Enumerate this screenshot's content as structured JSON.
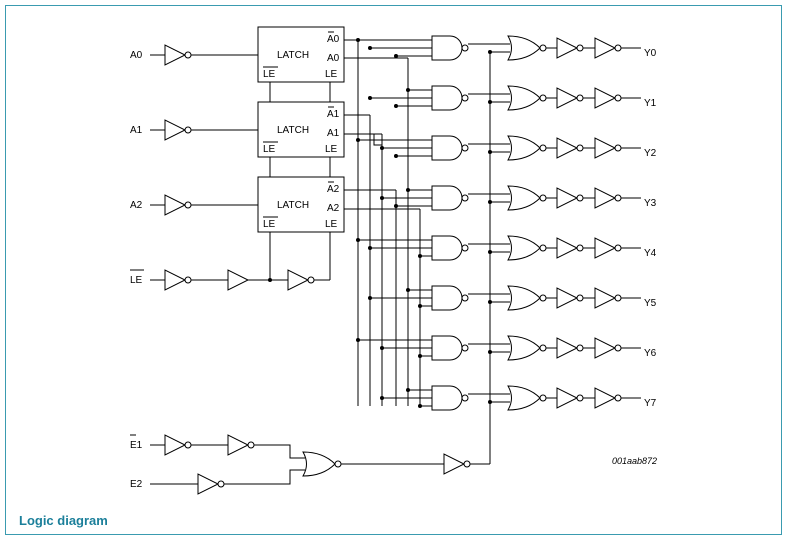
{
  "inputs": {
    "a0": "A0",
    "a1": "A1",
    "a2": "A2",
    "le": "LE",
    "e1": "E1",
    "e2": "E2"
  },
  "latch": {
    "title": "LATCH",
    "le_in": "LE",
    "le_out": "LE",
    "outputs": [
      {
        "bar": "A0",
        "true": "A0"
      },
      {
        "bar": "A1",
        "true": "A1"
      },
      {
        "bar": "A2",
        "true": "A2"
      }
    ]
  },
  "outputs": [
    "Y0",
    "Y1",
    "Y2",
    "Y3",
    "Y4",
    "Y5",
    "Y6",
    "Y7"
  ],
  "figure_id": "001aab872",
  "caption": "Logic diagram",
  "colors": {
    "frame": "#3a9bb0",
    "caption": "#1b7f9a",
    "ink": "#000000"
  }
}
